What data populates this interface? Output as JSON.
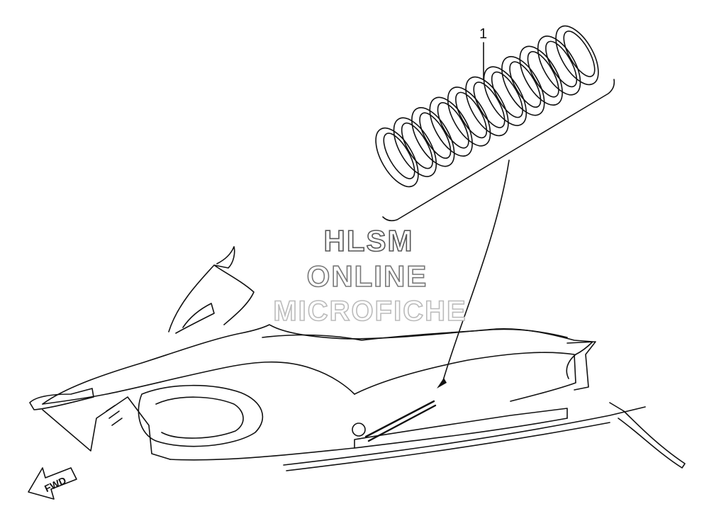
{
  "callout": {
    "number": "1"
  },
  "watermark": {
    "line1": "HLSM",
    "line2": "ONLINE",
    "line3": "MICROFICHE",
    "color_line1": "#555555",
    "color_line2": "#777777",
    "color_line3": "#bbbbbb"
  },
  "fwd_arrow": {
    "label": "FWD"
  },
  "icons": {
    "spring": "coil-spring-icon",
    "direction": "fwd-arrow-icon"
  }
}
